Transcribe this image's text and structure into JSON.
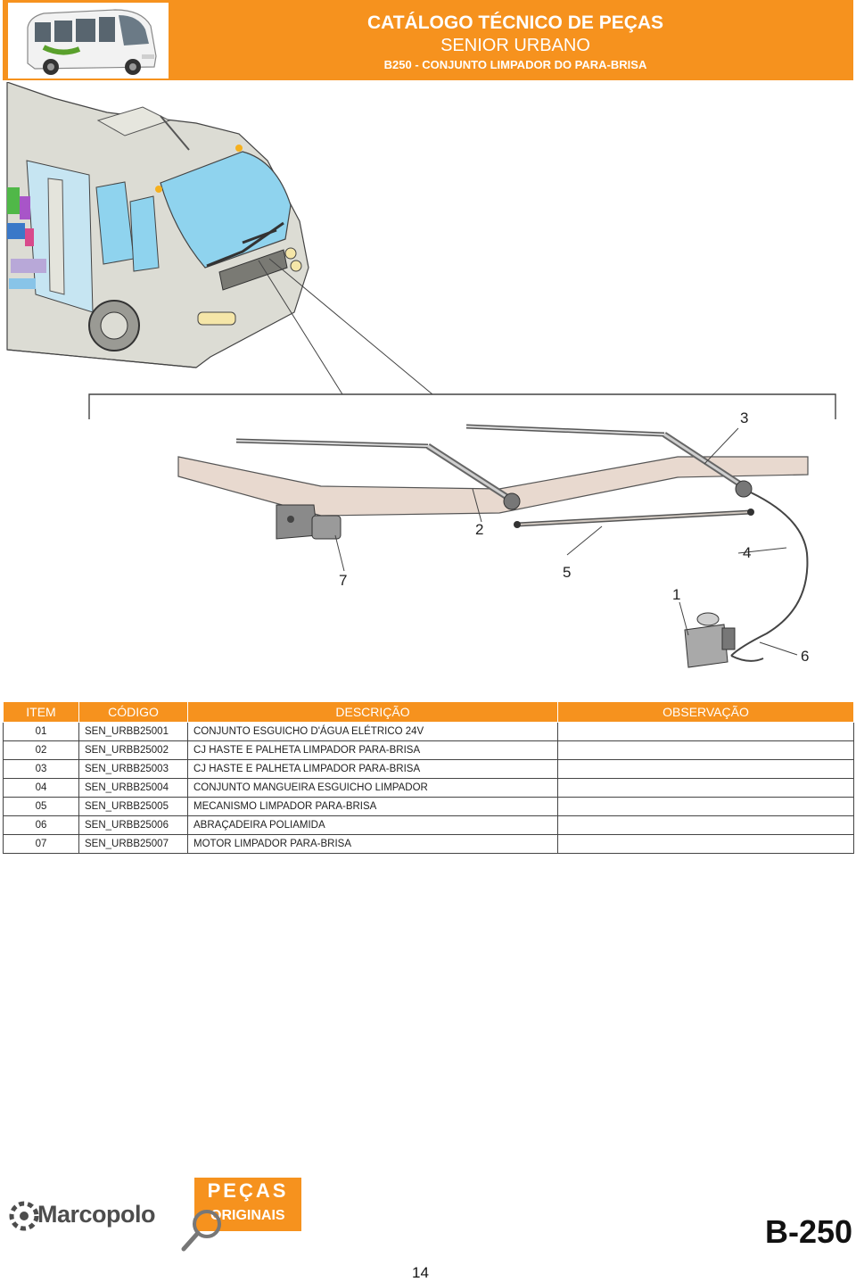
{
  "header": {
    "title": "CATÁLOGO TÉCNICO DE PEÇAS",
    "subtitle": "SENIOR URBANO",
    "section": "B250 - CONJUNTO LIMPADOR DO PARA-BRISA"
  },
  "callouts": {
    "c1": "1",
    "c2": "2",
    "c3": "3",
    "c4": "4",
    "c5": "5",
    "c6": "6",
    "c7": "7"
  },
  "table": {
    "headers": {
      "item": "ITEM",
      "codigo": "CÓDIGO",
      "descricao": "DESCRIÇÃO",
      "observacao": "OBSERVAÇÃO"
    },
    "rows": [
      {
        "item": "01",
        "codigo": "SEN_URBB25001",
        "descricao": "CONJUNTO ESGUICHO D'ÁGUA ELÉTRICO 24V",
        "observacao": ""
      },
      {
        "item": "02",
        "codigo": "SEN_URBB25002",
        "descricao": "CJ HASTE E PALHETA LIMPADOR PARA-BRISA",
        "observacao": ""
      },
      {
        "item": "03",
        "codigo": "SEN_URBB25003",
        "descricao": "CJ HASTE E PALHETA LIMPADOR PARA-BRISA",
        "observacao": ""
      },
      {
        "item": "04",
        "codigo": "SEN_URBB25004",
        "descricao": "CONJUNTO MANGUEIRA ESGUICHO LIMPADOR",
        "observacao": ""
      },
      {
        "item": "05",
        "codigo": "SEN_URBB25005",
        "descricao": "MECANISMO LIMPADOR PARA-BRISA",
        "observacao": ""
      },
      {
        "item": "06",
        "codigo": "SEN_URBB25006",
        "descricao": "ABRAÇADEIRA POLIAMIDA",
        "observacao": ""
      },
      {
        "item": "07",
        "codigo": "SEN_URBB25007",
        "descricao": "MOTOR LIMPADOR PARA-BRISA",
        "observacao": ""
      }
    ]
  },
  "footer": {
    "brand": "Marcopolo",
    "pecas_top": "PEÇAS",
    "pecas_bottom": "ORIGINAIS",
    "page_code": "B-250",
    "page_number": "14"
  },
  "colors": {
    "accent": "#f6921e",
    "bus_body": "#dcdcd4",
    "glass": "#8fd3ee",
    "part_fill": "#e8d9cf"
  }
}
